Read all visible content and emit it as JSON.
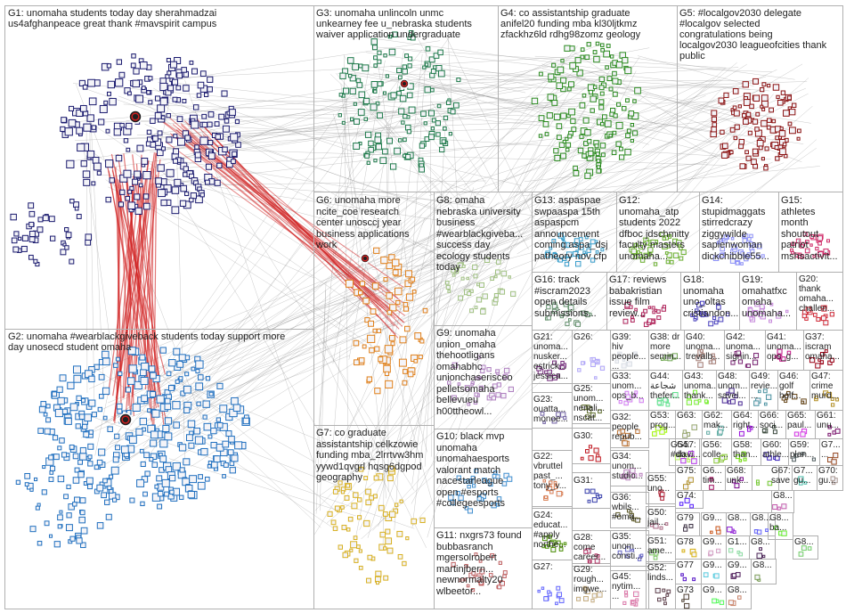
{
  "groups": [
    {
      "id": "G1",
      "text": "G1: unomaha students today day sherahmadzai\nus4afghanpeace great thank #mavspirit campus"
    },
    {
      "id": "G2",
      "text": "G2: unomaha #wearblackgiveback students today support more\nday unosecd student omaha"
    },
    {
      "id": "G3",
      "text": "G3: unomaha unlincoln unmc\nunkearney fee u_nebraska students\nwaiver application undergraduate"
    },
    {
      "id": "G4",
      "text": "G4: co assistantship graduate\nanifel20 funding mba kl30ljtkmz\nzfackhz6ld rdhg98zomz geology"
    },
    {
      "id": "G5",
      "text": "G5: #localgov2030 delegate\n#localgov selected\ncongratulations being\nlocalgov2030 leagueofcities thank\npublic"
    },
    {
      "id": "G6",
      "text": "G6: unomaha more\nncite_coe research\ncenter unosccj year\nbusiness applications\nwork"
    },
    {
      "id": "G7",
      "text": "G7: co graduate\nassistantship celkzowie\nfunding mba_2lrrtvw3hm\nyywd1qvgrl hqsg6dgpod\ngeography"
    },
    {
      "id": "G8",
      "text": "G8: omaha\nnebraska university\nbusiness\n#wearblackgiveba...\nsuccess day\necology students\ntoday"
    },
    {
      "id": "G9",
      "text": "G9: unomaha\nunion_omaha\nthehootligans\nomahabhc\nunionchaserisceo\npelletsomaha\nbellevueu\nh00ttheowl..."
    },
    {
      "id": "G10",
      "text": "G10: black mvp\nunomaha\nunomahaesports\nvalorant match\nnacestarleague\nopen #esports\n#collegeesports"
    },
    {
      "id": "G11",
      "text": "G11: nxgrs73 found\nbubbasranch\nmgersolrobert\nmartinjbern...\nnewnormalty20\nwlbeetor..."
    },
    {
      "id": "G12",
      "text": "G12:\nunomaha_atp\nstudents 2022\ndfboc jdschmitty\nfaculty masters\nunomaha..."
    },
    {
      "id": "G13",
      "text": "G13: aspaspae\nswpaaspa 15th\naspaspcm\nannouncement\ncoming aspa_dsj\npatheory nov cfp"
    },
    {
      "id": "G14",
      "text": "G14:\nstupidmaggats\nstirredcrazy\nziggywilde\nsapienwoman\ndickchibble55..."
    },
    {
      "id": "G15",
      "text": "G15:\nathletes\nmonth\nshoutout\npatriot\nmshsactivit..."
    },
    {
      "id": "G16",
      "text": "G16: track\n#iscram2023\nopen details\nsubmissions..."
    },
    {
      "id": "G17",
      "text": "G17: reviews\nbabakristian\nissue film\nreview..."
    },
    {
      "id": "G18",
      "text": "G18:\nunomaha\nuno_oltas\ncristiandon..."
    },
    {
      "id": "G19",
      "text": "G19:\nomahatfxc\nomaha\nunomaha..."
    },
    {
      "id": "G20",
      "text": "G20:\nthank\nomaha...\nchallen..."
    },
    {
      "id": "G21",
      "text": "G21:\nunoma...\nnusker...\nestrick...\njessica..."
    },
    {
      "id": "G26",
      "text": "G26:"
    },
    {
      "id": "G39",
      "text": "G39:\nhiv\npeople...\n..."
    },
    {
      "id": "G38",
      "text": "G38: dr\nmore\nsemin..."
    },
    {
      "id": "G40",
      "text": "G40:\nunoma...\ntrevalb..."
    },
    {
      "id": "G42",
      "text": "G42:\nunoma...\nsignin..."
    },
    {
      "id": "G41",
      "text": "G41:\nunoma...\nops_g..."
    },
    {
      "id": "G37",
      "text": "G37:\niscram\nomaha..."
    },
    {
      "id": "G25",
      "text": "G25:\nunom...\nnenali...\nnscat..."
    },
    {
      "id": "G33",
      "text": "G33:\nunom...\nops_b..."
    },
    {
      "id": "G44",
      "text": "G44:\nشجاعة\nthefer..."
    },
    {
      "id": "G43",
      "text": "G43:\nunoma...\nthank..."
    },
    {
      "id": "G48",
      "text": "G48:\nunom...\nsavel..."
    },
    {
      "id": "G49",
      "text": "G49:\nrevie...\n..."
    },
    {
      "id": "G46",
      "text": "G46:\ngolf\nholf..."
    },
    {
      "id": "G47",
      "text": "G47:\ncrime\nmurd..."
    },
    {
      "id": "G23",
      "text": "G23:\nouatta...\nmonoe..."
    },
    {
      "id": "G32",
      "text": "G32:\npeople\nrepub..."
    },
    {
      "id": "G53",
      "text": "G53:\nprog..."
    },
    {
      "id": "G63",
      "text": "G63:"
    },
    {
      "id": "G62",
      "text": "G62:\nmak..."
    },
    {
      "id": "G64",
      "text": "G64:\nright..."
    },
    {
      "id": "G66",
      "text": "G66:\nsoci..."
    },
    {
      "id": "G65",
      "text": "G65:\npaul..."
    },
    {
      "id": "G61",
      "text": "G61:\nunu..."
    },
    {
      "id": "G30",
      "text": "G30:"
    },
    {
      "id": "G54",
      "text": "G54:\n#do..."
    },
    {
      "id": "G57",
      "text": "G57:\ndavi..."
    },
    {
      "id": "G56",
      "text": "G56:\ncolle..."
    },
    {
      "id": "G58",
      "text": "G58:\nthan..."
    },
    {
      "id": "G60",
      "text": "G60:\nathle..."
    },
    {
      "id": "G59",
      "text": "G59:\nplan..."
    },
    {
      "id": "G7x",
      "text": "G7...\n..."
    },
    {
      "id": "G22",
      "text": "G22:\nvbruttel\npast_...\ntony_v..."
    },
    {
      "id": "G34",
      "text": "G34:\nunom...\nstudio..."
    },
    {
      "id": "G31",
      "text": "G31:"
    },
    {
      "id": "G75",
      "text": "G75:"
    },
    {
      "id": "G6x",
      "text": "G6...\ntim..."
    },
    {
      "id": "G68",
      "text": "G68:\nunk..."
    },
    {
      "id": "G67",
      "text": "G67:\nsave..."
    },
    {
      "id": "G70",
      "text": "G70:\ngu..."
    },
    {
      "id": "G7y",
      "text": "G7...\ngu..."
    },
    {
      "id": "G55",
      "text": "G55:\nuno..."
    },
    {
      "id": "G36",
      "text": "G36:\nwbils...\n#oma..."
    },
    {
      "id": "G74",
      "text": "G74:"
    },
    {
      "id": "G8a",
      "text": "G8..."
    },
    {
      "id": "G24",
      "text": "G24:\neducat...\n#apply\nnorthe..."
    },
    {
      "id": "G28",
      "text": "G28:\ncome\ncareer..."
    },
    {
      "id": "G50",
      "text": "G50:\njail..."
    },
    {
      "id": "G79",
      "text": "G79"
    },
    {
      "id": "G9a",
      "text": "G9..."
    },
    {
      "id": "G8b",
      "text": "G8..."
    },
    {
      "id": "G8c",
      "text": "G8..."
    },
    {
      "id": "G8d",
      "text": "G8...\nba..."
    },
    {
      "id": "G35",
      "text": "G35:\nunom...\nconsti..."
    },
    {
      "id": "G51",
      "text": "G51:\name..."
    },
    {
      "id": "G78",
      "text": "G78"
    },
    {
      "id": "G9b",
      "text": "G9..."
    },
    {
      "id": "G1x",
      "text": "G1..."
    },
    {
      "id": "G8e",
      "text": "G8..."
    },
    {
      "id": "G8f",
      "text": "G8..."
    },
    {
      "id": "G27",
      "text": "G27:"
    },
    {
      "id": "G29",
      "text": "G29:\nrough...\nimgwe..."
    },
    {
      "id": "G45",
      "text": "G45:\nnytim...\n..."
    },
    {
      "id": "G52",
      "text": "G52:\nlinds..."
    },
    {
      "id": "G77",
      "text": "G77"
    },
    {
      "id": "G9c",
      "text": "G9..."
    },
    {
      "id": "G9d",
      "text": "G9..."
    },
    {
      "id": "G8g",
      "text": "G8..."
    },
    {
      "id": "G73",
      "text": "G73"
    },
    {
      "id": "G9e",
      "text": "G9..."
    },
    {
      "id": "G8h",
      "text": "G8..."
    }
  ],
  "colors": {
    "G1": "#1a1a6e",
    "G2": "#1f6fbf",
    "G3": "#1e7a4a",
    "G4": "#2a8a1e",
    "G5": "#8a1010",
    "G6": "#e0801a",
    "G7": "#d8b020",
    "edge": "#888888",
    "edge_strong": "#d02020",
    "box_border": "#b0b0b0"
  }
}
